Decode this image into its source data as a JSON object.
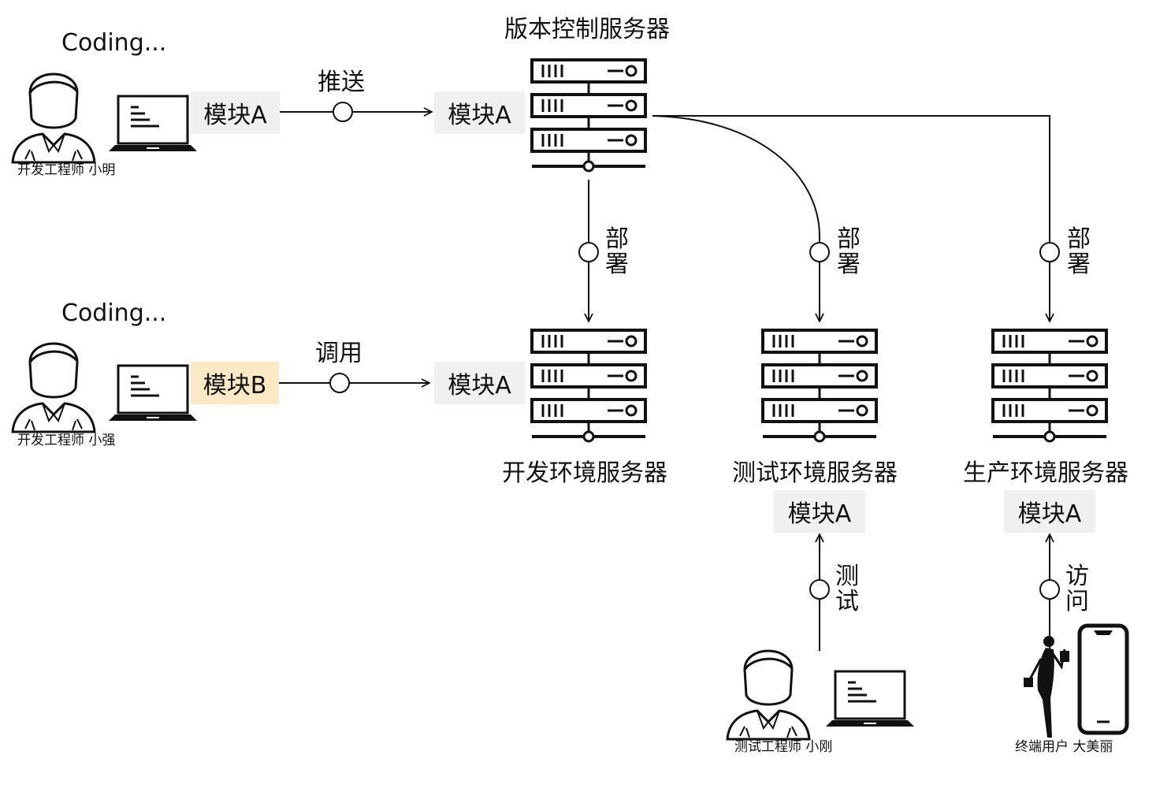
{
  "colors": {
    "line": "#111111",
    "module_bg": "#f0f0f0",
    "highlight_bg": "#fbe8c5"
  },
  "top_dev": {
    "status": "Coding...",
    "person_caption": "开发工程师 小明",
    "local_module": "模块A",
    "edge_label": "推送",
    "target_module": "模块A"
  },
  "bottom_dev": {
    "status": "Coding...",
    "person_caption": "开发工程师 小强",
    "local_module": "模块B",
    "edge_label": "调用",
    "target_module": "模块A"
  },
  "vcs_server": {
    "title": "版本控制服务器"
  },
  "deploy_edges": {
    "dev": "部署",
    "test": "部署",
    "prod": "部署"
  },
  "dev_server": {
    "title": "开发环境服务器"
  },
  "test_server": {
    "title": "测试环境服务器",
    "module": "模块A"
  },
  "prod_server": {
    "title": "生产环境服务器",
    "module": "模块A"
  },
  "tester": {
    "caption": "测试工程师 小刚",
    "edge_label": "测试"
  },
  "end_user": {
    "caption": "终端用户 大美丽",
    "edge_label": "访问"
  }
}
